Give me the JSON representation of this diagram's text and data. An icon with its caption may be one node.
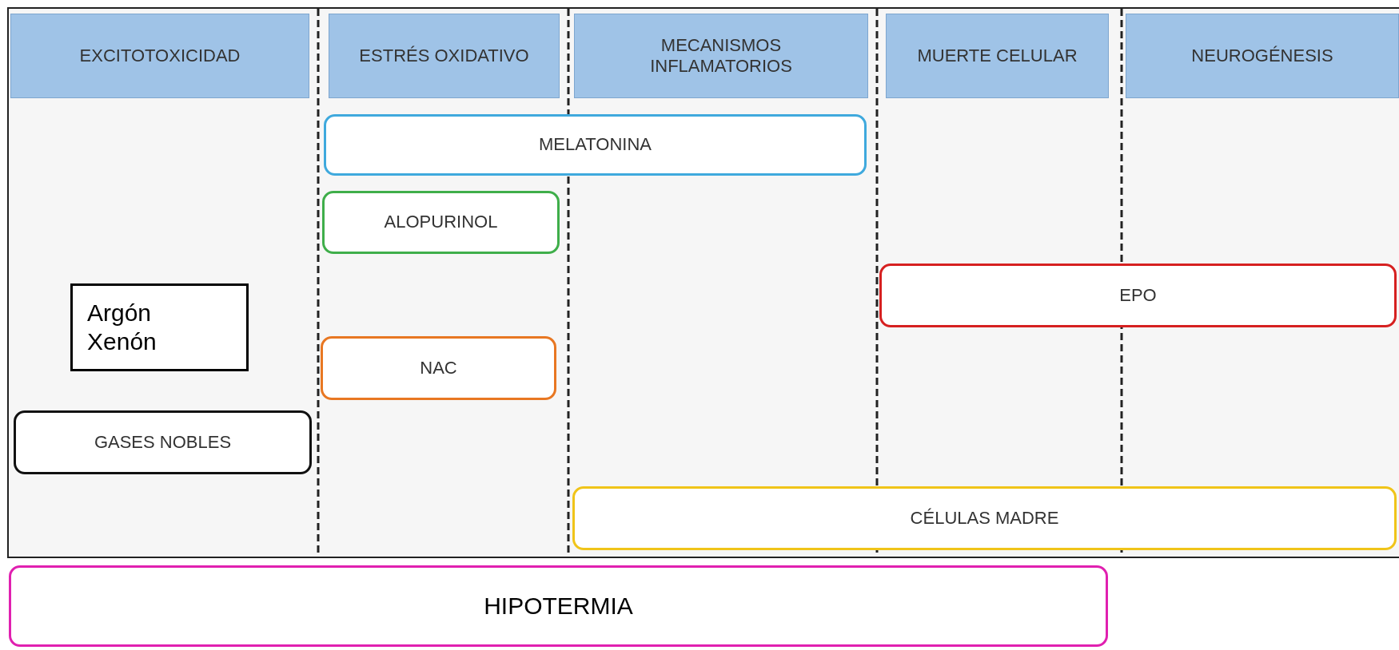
{
  "diagram": {
    "nodes": [
      {
        "text": [
          "EXCITOTOXICIDAD"
        ]
      },
      {
        "text": [
          "ESTRÉS OXIDATIVO"
        ]
      },
      {
        "text": [
          "MECANISMOS INFLAMATORIOS"
        ]
      },
      {
        "text": [
          "MUERTE CELULAR"
        ]
      },
      {
        "text": [
          "NEUROGÉNESIS"
        ]
      },
      {
        "text": [
          "MELATONINA"
        ]
      },
      {
        "text": [
          "ALOPURINOL"
        ]
      },
      {
        "text": [
          "EPO"
        ]
      },
      {
        "text": [
          "Argón Xenón"
        ]
      },
      {
        "text": [
          "NAC"
        ]
      },
      {
        "text": [
          "GASES NOBLES"
        ]
      },
      {
        "text": [
          "CÉLULAS MADRE"
        ]
      },
      {
        "text": [
          "HIPOTERMIA"
        ]
      }
    ]
  }
}
